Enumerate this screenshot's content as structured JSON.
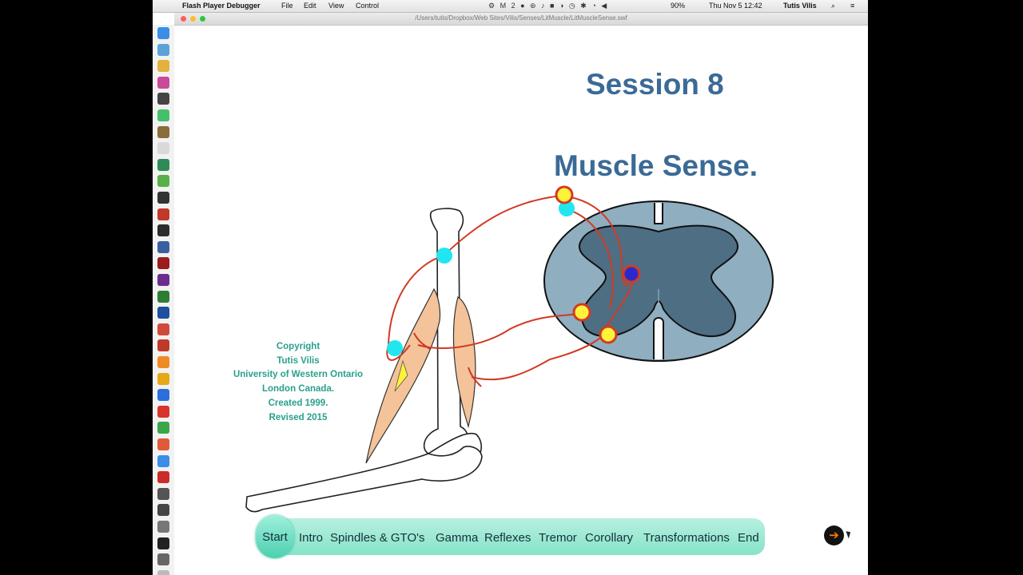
{
  "menubar": {
    "apple_glyph": "",
    "app_name": "Flash Player Debugger",
    "menus": [
      "File",
      "Edit",
      "View",
      "Control"
    ],
    "status_icons": "⚙ M 2 ● ⊛ ♪ ■ ◑ ◷ ✱ ◔ ◀",
    "battery": "90%",
    "clock": "Thu Nov 5  12:42",
    "user": "Tutis Vilis",
    "spotlight_icon": "⌕",
    "list_icon": "≡"
  },
  "window": {
    "path": "/Users/tutis/Dropbox/Web Sites/Vilis/Senses/LitMuscle/LitMuscleSense.swf"
  },
  "dock_icon_colors": [
    "#3a8ee6",
    "#5aa3d8",
    "#e3b23c",
    "#c94a9b",
    "#444444",
    "#45c06a",
    "#8a6d3b",
    "#d9d9d9",
    "#2e8b57",
    "#58b048",
    "#333333",
    "#c0392b",
    "#2c2c2c",
    "#3a5fa0",
    "#9b1c1c",
    "#6a2c8f",
    "#2e7d32",
    "#1e4f9e",
    "#d04a3c",
    "#c0392b",
    "#f08a24",
    "#e6a817",
    "#2a6fdb",
    "#d9342b",
    "#3aa64a",
    "#e05a3a",
    "#3a8ee6",
    "#cc2b2b",
    "#555555",
    "#444444",
    "#777777",
    "#222222",
    "#666666",
    "#bbbbbb"
  ],
  "content": {
    "session_title": "Session 8",
    "topic_title": "Muscle Sense.",
    "copyright": {
      "line1": "Copyright",
      "line2": "Tutis Vilis",
      "line3": "University of Western Ontario",
      "line4": "London Canada.",
      "line5": "Created 1999.",
      "line6": "Revised 2015"
    }
  },
  "nav": {
    "items": [
      "Start",
      "Intro",
      "Spindles & GTO's",
      "Gamma",
      "Reflexes",
      "Tremor",
      "Corollary",
      "Transformations",
      "End"
    ],
    "active": "Start",
    "next_icon": "arrow-right-icon",
    "next_glyph": "➔"
  },
  "colors": {
    "title": "#3b6a96",
    "copyright": "#2aa08c",
    "nav_bar": "#86e3c8",
    "nerve": "#d23a24",
    "muscle": "#f4c39a",
    "spinal_light": "#8faec0",
    "spinal_dark": "#4e6e84",
    "marker_cyan": "#21e6f0",
    "neuron_yellow": "#fff23a",
    "interneuron_blue": "#2a2acc"
  }
}
